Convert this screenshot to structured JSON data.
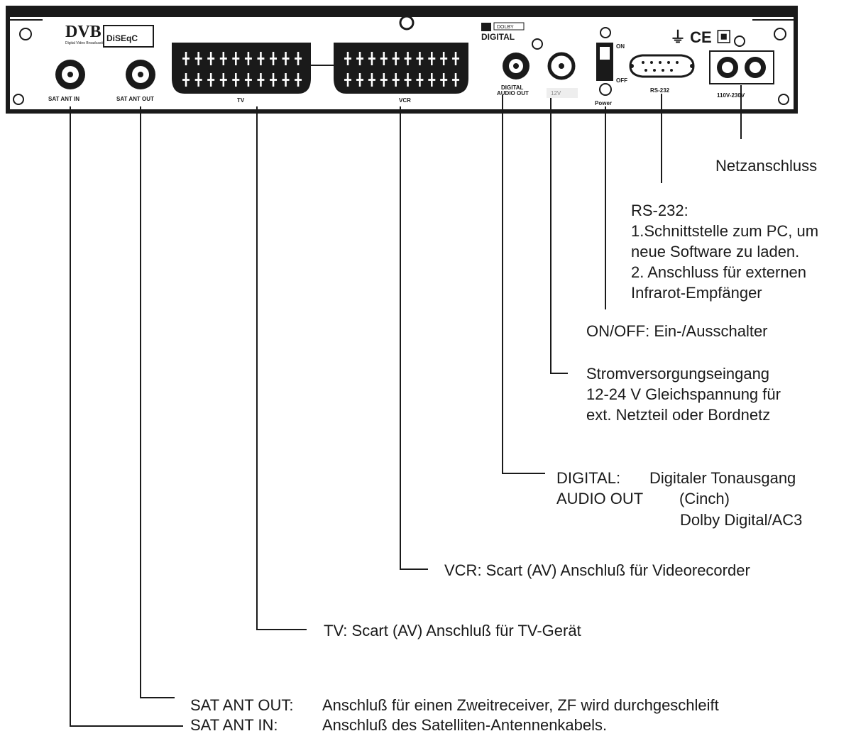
{
  "panel": {
    "dvb_logo": "DVB",
    "dvb_sub": "Digital Video Broadcasting",
    "diseqc_logo": "DiSEqC",
    "dolby_top": "DOLBY",
    "dolby_main": "DIGITAL",
    "sat_ant_in": "SAT ANT IN",
    "sat_ant_out": "SAT ANT OUT",
    "tv": "TV",
    "vcr": "VCR",
    "digital_audio_out_1": "DIGITAL",
    "digital_audio_out_2": "AUDIO OUT",
    "dc_in": "12V",
    "switch_on": "ON",
    "switch_off": "OFF",
    "power": "Power",
    "rs232": "RS-232",
    "mains": "110V-230V"
  },
  "callouts": {
    "netz": "Netzanschluss",
    "rs232": [
      "RS-232:",
      "1.Schnittstelle zum PC, um",
      "neue Software zu laden.",
      "2. Anschluss für externen",
      "Infrarot-Empfänger"
    ],
    "onoff": "ON/OFF: Ein-/Ausschalter",
    "strom": [
      "Stromversorgungseingang",
      "12-24 V Gleichspannung für",
      "ext. Netzteil oder Bordnetz"
    ],
    "digital_1a": "DIGITAL:",
    "digital_1b": "Digitaler Tonausgang",
    "digital_2a": "AUDIO OUT",
    "digital_2b": "(Cinch)",
    "digital_3": "Dolby Digital/AC3",
    "vcr": "VCR: Scart (AV) Anschluß für Videorecorder",
    "tv": "TV: Scart (AV) Anschluß für TV-Gerät",
    "sat_out_a": "SAT ANT OUT:",
    "sat_out_b": "Anschluß für einen Zweitreceiver, ZF wird durchgeschleift",
    "sat_in_a": "SAT ANT IN:",
    "sat_in_b": "Anschluß des Satelliten-Antennenkabels."
  }
}
